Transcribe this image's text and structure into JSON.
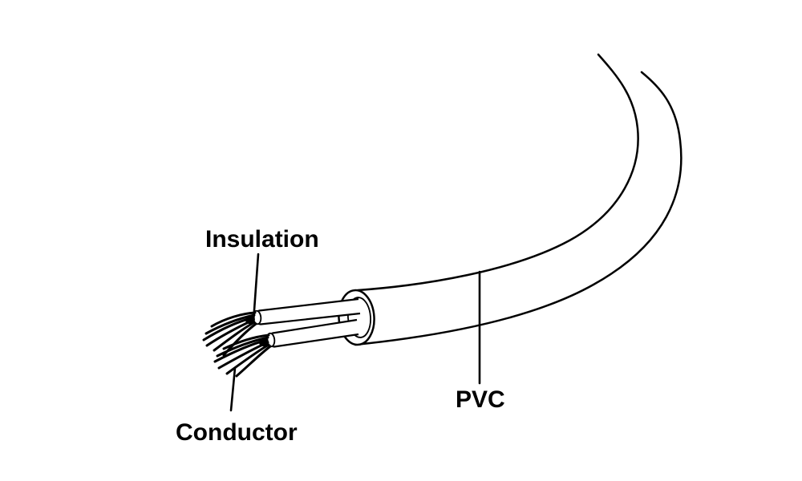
{
  "diagram": {
    "kind": "cable-cutaway-diagram",
    "labels": {
      "insulation": "Insulation",
      "conductor": "Conductor",
      "pvc": "PVC"
    },
    "colors": {
      "line": "#000000",
      "background": "#ffffff"
    }
  }
}
